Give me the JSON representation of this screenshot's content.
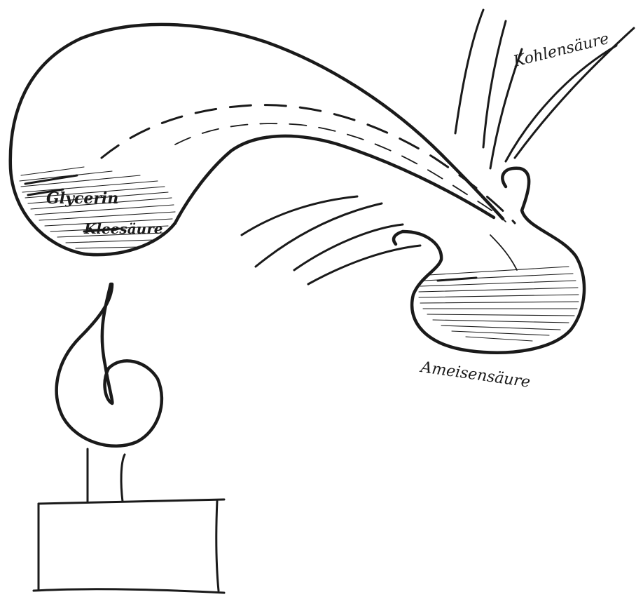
{
  "labels": {
    "kohlensaeure": "Kohlensäure",
    "glycerin": "Glycerin",
    "kleesaeure": "Kleesäure",
    "ameisensaeure": "Ameisensäure"
  }
}
